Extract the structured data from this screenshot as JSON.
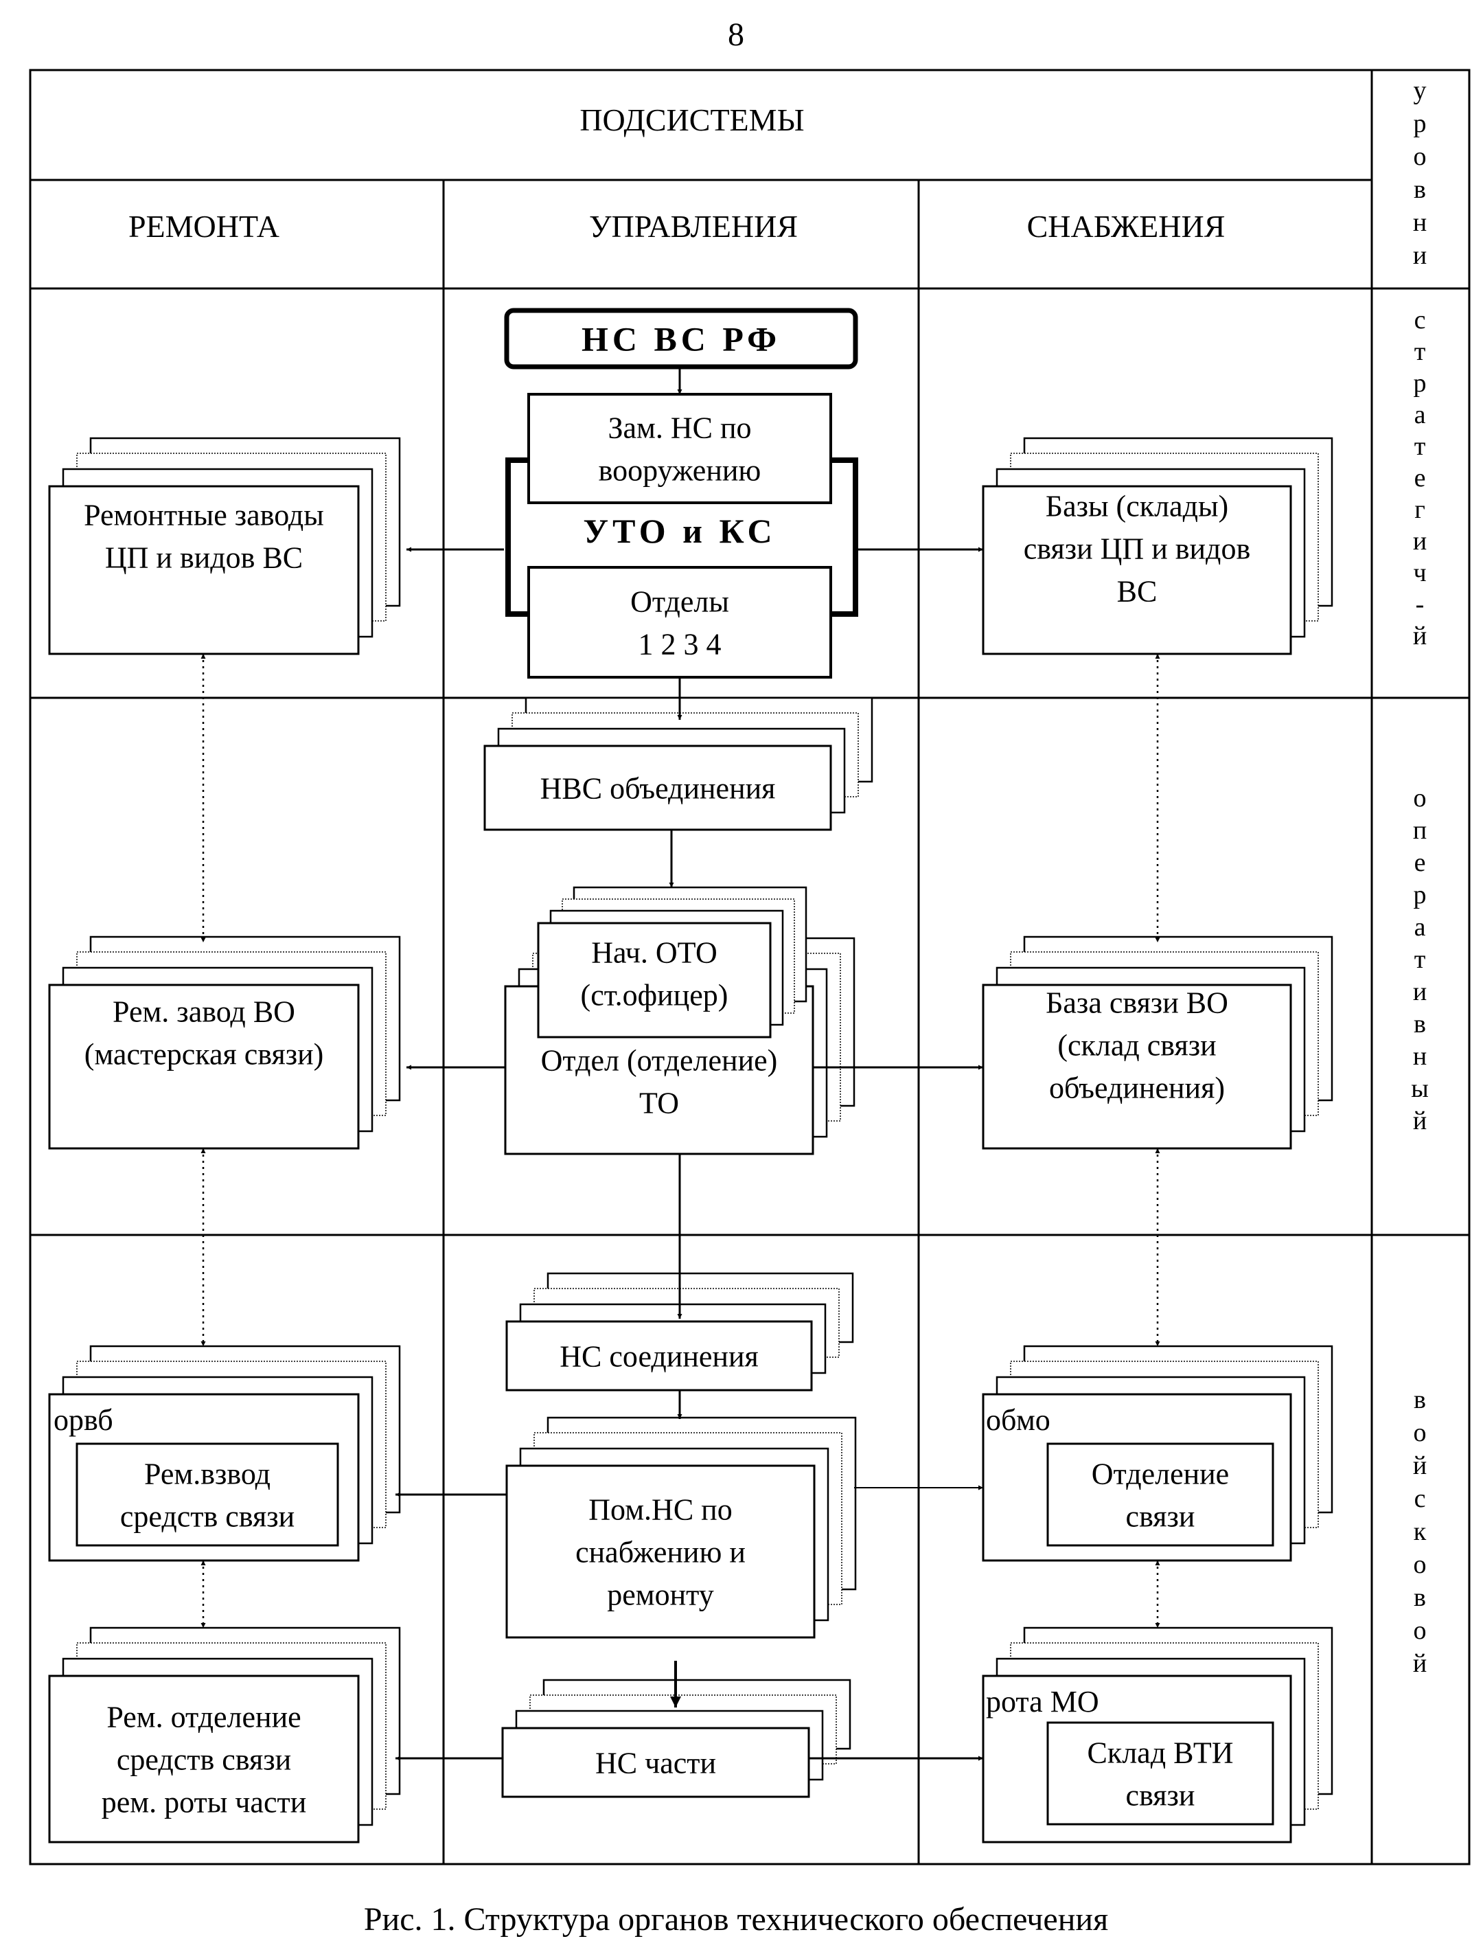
{
  "page_number": "8",
  "header": {
    "subsystems": "ПОДСИСТЕМЫ",
    "col_repair": "РЕМОНТА",
    "col_control": "УПРАВЛЕНИЯ",
    "col_supply": "СНАБЖЕНИЯ",
    "levels": "уровни"
  },
  "levels": {
    "strategic": "стратегич-й",
    "operational": "оперативный",
    "tactical": "войсковой"
  },
  "boxes": {
    "ns_vs_rf": "НС ВС РФ",
    "zam_ns": [
      "Зам. НС по",
      "вооружению"
    ],
    "uto_ks": "УТО и КС",
    "otdely": [
      "Отделы",
      "1   2   3   4"
    ],
    "rem_zavody": [
      "Ремонтные заводы",
      "ЦП и видов ВС"
    ],
    "bazy_sklady": [
      "Базы (склады)",
      "связи ЦП и видов",
      "ВС"
    ],
    "nvs": "НВС объединения",
    "nach_oto": [
      "Нач. ОТО",
      "(ст.офицер)"
    ],
    "otdel_to": [
      "Отдел (отделение)",
      "ТО"
    ],
    "rem_zavod_vo": [
      "Рем. завод ВО",
      "(мастерская связи)"
    ],
    "baza_svyazi_vo": [
      "База связи ВО",
      "(склад связи",
      "объединения)"
    ],
    "ns_soed": "НС соединения",
    "pom_ns": [
      "Пом.НС по",
      "снабжению и",
      "ремонту"
    ],
    "orvb": "орвб",
    "rem_vzvod": [
      "Рем.взвод",
      "средств связи"
    ],
    "obmo": "обмо",
    "otd_svyazi": [
      "Отделение",
      "связи"
    ],
    "ns_chasti": "НС части",
    "rem_otd": [
      "Рем. отделение",
      "средств связи",
      "рем. роты части"
    ],
    "rota_mo": "рота МО",
    "sklad_vti": [
      "Склад ВТИ",
      "связи"
    ]
  },
  "caption": "Рис. 1. Структура органов технического обеспечения"
}
